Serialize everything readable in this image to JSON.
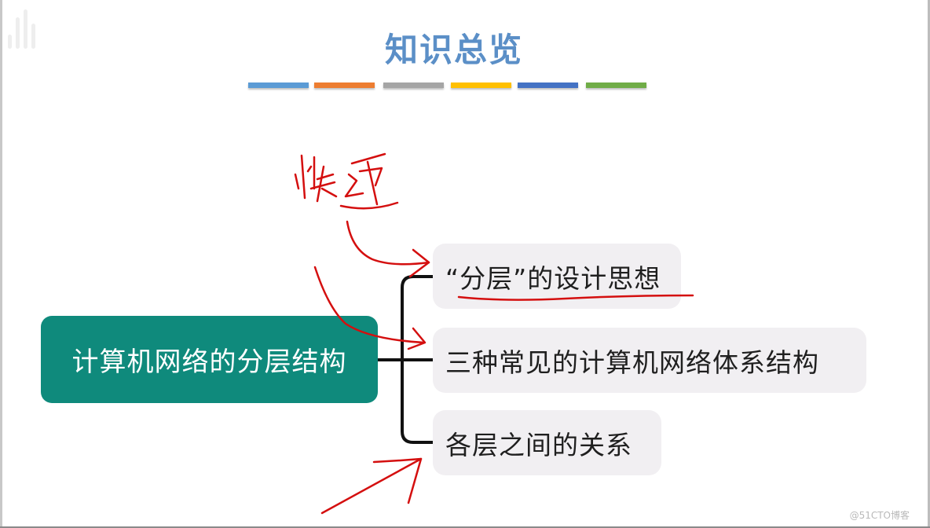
{
  "slide": {
    "title": "知识总览",
    "color_bars": [
      "#5b9bd5",
      "#ed7d31",
      "#a5a5a5",
      "#ffc000",
      "#4472c4",
      "#70ad47"
    ]
  },
  "mindmap": {
    "root": {
      "label": "计算机网络的分层结构",
      "color": "#0f8a7c"
    },
    "children": [
      {
        "label": "“分层”的设计思想"
      },
      {
        "label": "三种常见的计算机网络体系结构"
      },
      {
        "label": "各层之间的关系"
      }
    ]
  },
  "annotations": {
    "handwritten_note": "快递",
    "ink_color": "#d40f0f"
  },
  "watermark": "@51CTO博客"
}
